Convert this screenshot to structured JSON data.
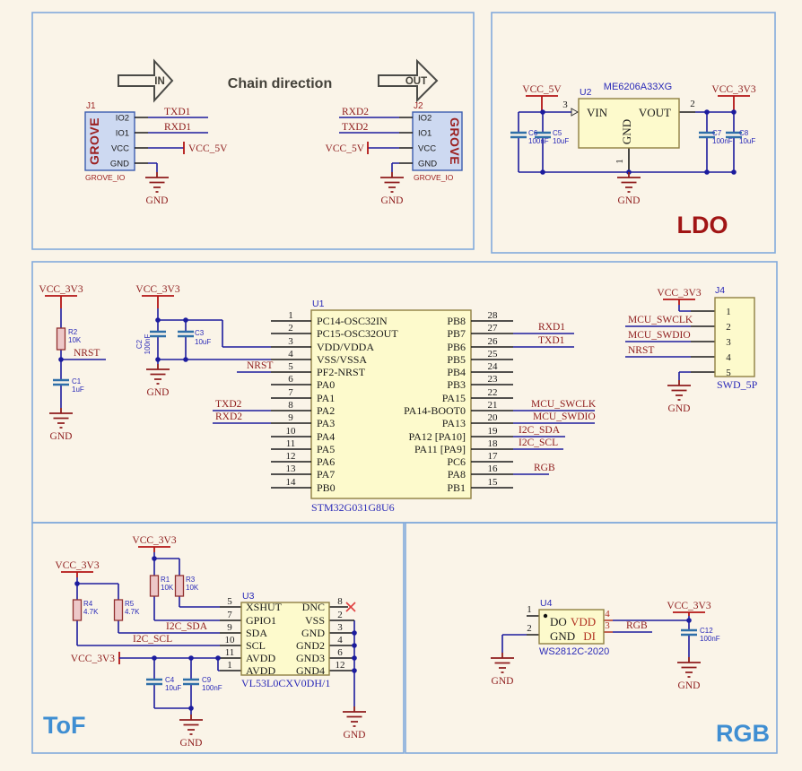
{
  "power": {
    "vcc_5v": "VCC_5V",
    "vcc_3v3": "VCC_3V3",
    "gnd": "GND"
  },
  "nets": {
    "txd1": "TXD1",
    "rxd1": "RXD1",
    "txd2": "TXD2",
    "rxd2": "RXD2",
    "nrst": "NRST",
    "mcu_swclk": "MCU_SWCLK",
    "mcu_swdio": "MCU_SWDIO",
    "i2c_sda": "I2C_SDA",
    "i2c_scl": "I2C_SCL",
    "rgb": "RGB"
  },
  "chain": {
    "title": "Chain direction",
    "arrow_in": "IN",
    "arrow_out": "OUT",
    "j1": {
      "ref": "J1",
      "name": "GROVE",
      "io_label": "GROVE_IO",
      "pin1": "IO2",
      "pin2": "IO1",
      "pin3": "VCC",
      "pin4": "GND"
    },
    "j2": {
      "ref": "J2",
      "name": "GROVE",
      "io_label": "GROVE_IO",
      "pin1": "IO2",
      "pin2": "IO1",
      "pin3": "VCC",
      "pin4": "GND"
    }
  },
  "ldo": {
    "section_label": "LDO",
    "u2": {
      "ref": "U2",
      "part": "ME6206A33XG",
      "pin_vin": "VIN",
      "pin_vout": "VOUT",
      "pin_gnd": "GND",
      "num_vin": "3",
      "num_vout": "2",
      "num_gnd": "1"
    },
    "c6": {
      "ref": "C6",
      "value": "100nF"
    },
    "c5": {
      "ref": "C5",
      "value": "10uF"
    },
    "c7": {
      "ref": "C7",
      "value": "100nF"
    },
    "c8": {
      "ref": "C8",
      "value": "10uF"
    }
  },
  "mcu": {
    "u1": {
      "ref": "U1",
      "part": "STM32G031G8U6"
    },
    "left_pins": [
      {
        "num": "1",
        "name": "PC14-OSC32IN"
      },
      {
        "num": "2",
        "name": "PC15-OSC32OUT"
      },
      {
        "num": "3",
        "name": "VDD/VDDA"
      },
      {
        "num": "4",
        "name": "VSS/VSSA"
      },
      {
        "num": "5",
        "name": "PF2-NRST"
      },
      {
        "num": "6",
        "name": "PA0"
      },
      {
        "num": "7",
        "name": "PA1"
      },
      {
        "num": "8",
        "name": "PA2"
      },
      {
        "num": "9",
        "name": "PA3"
      },
      {
        "num": "10",
        "name": "PA4"
      },
      {
        "num": "11",
        "name": "PA5"
      },
      {
        "num": "12",
        "name": "PA6"
      },
      {
        "num": "13",
        "name": "PA7"
      },
      {
        "num": "14",
        "name": "PB0"
      }
    ],
    "right_pins": [
      {
        "num": "28",
        "name": "PB8"
      },
      {
        "num": "27",
        "name": "PB7"
      },
      {
        "num": "26",
        "name": "PB6"
      },
      {
        "num": "25",
        "name": "PB5"
      },
      {
        "num": "24",
        "name": "PB4"
      },
      {
        "num": "23",
        "name": "PB3"
      },
      {
        "num": "22",
        "name": "PA15"
      },
      {
        "num": "21",
        "name": "PA14-BOOT0"
      },
      {
        "num": "20",
        "name": "PA13"
      },
      {
        "num": "19",
        "name": "PA12 [PA10]"
      },
      {
        "num": "18",
        "name": "PA11 [PA9]"
      },
      {
        "num": "17",
        "name": "PC6"
      },
      {
        "num": "16",
        "name": "PA8"
      },
      {
        "num": "15",
        "name": "PB1"
      }
    ],
    "r2": {
      "ref": "R2",
      "value": "10K"
    },
    "c1": {
      "ref": "C1",
      "value": "1uF"
    },
    "c2": {
      "ref": "C2",
      "value": "100nF"
    },
    "c3": {
      "ref": "C3",
      "value": "10uF"
    },
    "j4": {
      "ref": "J4",
      "part": "SWD_5P",
      "pin1": "1",
      "pin2": "2",
      "pin3": "3",
      "pin4": "4",
      "pin5": "5"
    }
  },
  "tof": {
    "section_label": "ToF",
    "u3": {
      "ref": "U3",
      "part": "VL53L0CXV0DH/1",
      "l1": "XSHUT",
      "l2": "GPIO1",
      "l3": "SDA",
      "l4": "SCL",
      "l5": "AVDD",
      "l6": "AVDD",
      "r1": "DNC",
      "r2": "VSS",
      "r3": "GND",
      "r4": "GND2",
      "r5": "GND3",
      "r6": "GND4",
      "ln1": "5",
      "ln2": "7",
      "ln3": "9",
      "ln4": "10",
      "ln5": "11",
      "ln6": "1",
      "rn1": "8",
      "rn2": "2",
      "rn3": "3",
      "rn4": "4",
      "rn5": "6",
      "rn6": "12"
    },
    "r1": {
      "ref": "R1",
      "value": "10K"
    },
    "r3": {
      "ref": "R3",
      "value": "10K"
    },
    "r4": {
      "ref": "R4",
      "value": "4.7K"
    },
    "r5": {
      "ref": "R5",
      "value": "4.7K"
    },
    "c4": {
      "ref": "C4",
      "value": "10uF"
    },
    "c9": {
      "ref": "C9",
      "value": "100nF"
    }
  },
  "rgb": {
    "section_label": "RGB",
    "u4": {
      "ref": "U4",
      "part": "WS2812C-2020",
      "pin_do": "DO",
      "pin_vdd": "VDD",
      "pin_gnd": "GND",
      "pin_di": "DI",
      "num_do": "1",
      "num_gnd": "2",
      "num_vdd": "4",
      "num_di": "3"
    },
    "c12": {
      "ref": "C12",
      "value": "100nF"
    }
  }
}
